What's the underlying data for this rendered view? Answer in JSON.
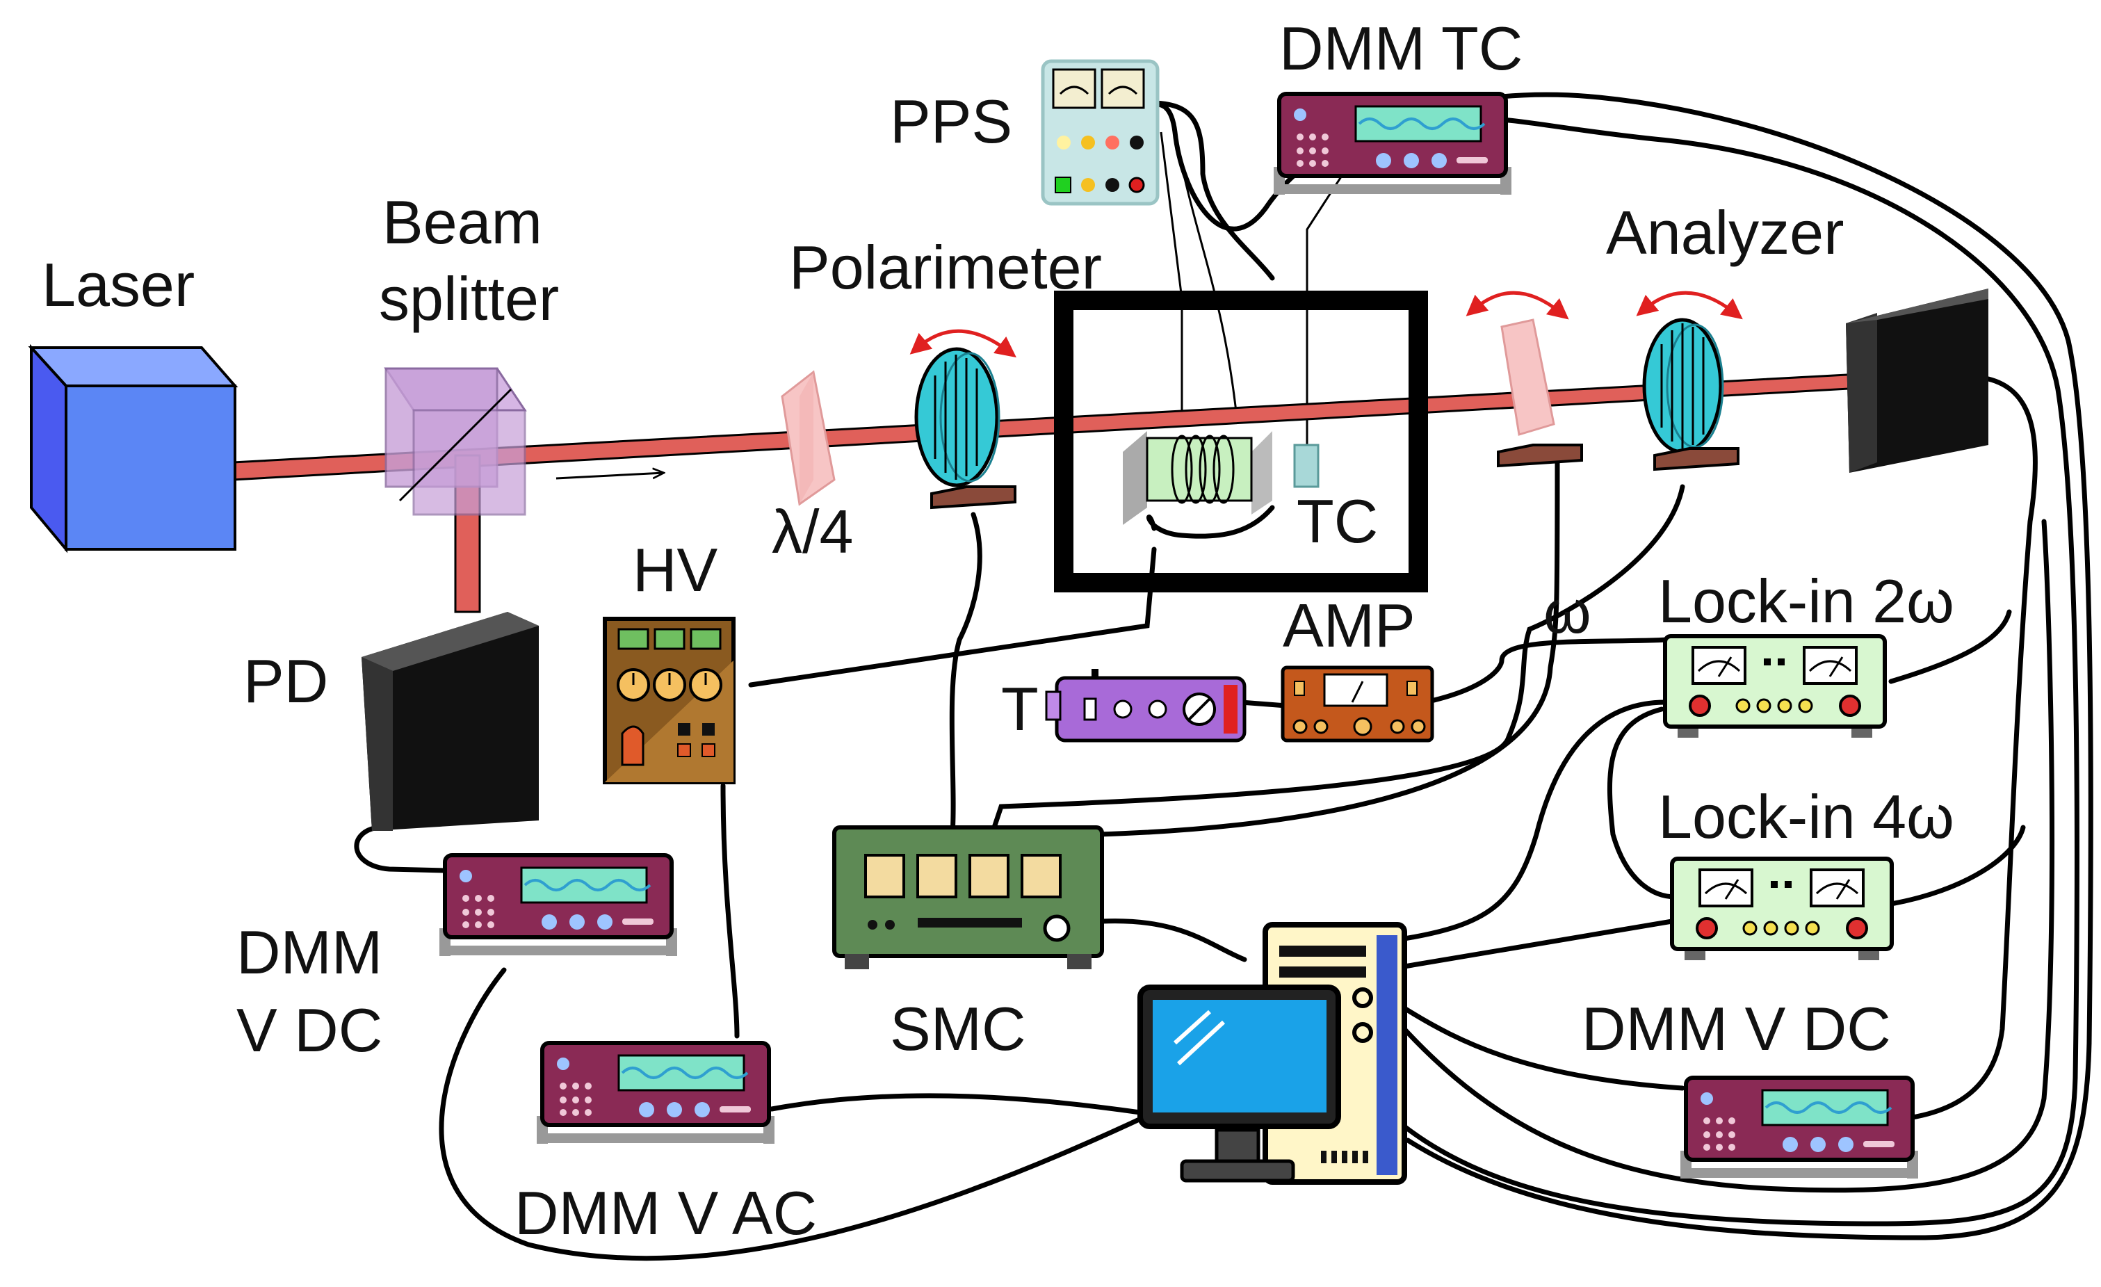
{
  "labels": {
    "laser": "Laser",
    "beam_splitter_1": "Beam",
    "beam_splitter_2": "splitter",
    "polarimeter": "Polarimeter",
    "pps": "PPS",
    "dmm_tc": "DMM TC",
    "analyzer": "Analyzer",
    "lambda4": "λ/4",
    "tc": "TC",
    "hv": "HV",
    "pd": "PD",
    "t": "T",
    "amp": "AMP",
    "omega": "ω",
    "lockin_2w": "Lock-in 2ω",
    "lockin_4w": "Lock-in 4ω",
    "dmm_vdc_left_1": "DMM",
    "dmm_vdc_left_2": "V DC",
    "smc": "SMC",
    "dmm_vdc_right": "DMM V DC",
    "dmm_vac": "DMM V AC"
  },
  "colors": {
    "laser_beam": "#e0605a",
    "laser_body": "#5b86f5",
    "beam_splitter": "#c79fd8",
    "waveplate": "#f7c5c5",
    "polarizer": "#35c9d6",
    "rotation_arrow": "#e02020",
    "dmm_body": "#8a2a55",
    "dmm_screen": "#7fe3c8",
    "lockin_body": "#d8f7d0",
    "hv_body": "#8a5a20",
    "smc_body": "#5e8a55",
    "amp_body": "#c4581c",
    "t_body": "#a86ad8",
    "pps_body": "#c8e6e6",
    "monitor_screen": "#1aa2e8",
    "tower_body": "#fff6c8",
    "coil": "#c8f0c0"
  },
  "icons": [
    "laser-cube-icon",
    "beam-splitter-icon",
    "waveplate-icon",
    "polarizer-icon",
    "magnet-box-icon",
    "detector-icon",
    "multimeter-icon",
    "lockin-icon",
    "power-supply-icon",
    "computer-icon"
  ]
}
